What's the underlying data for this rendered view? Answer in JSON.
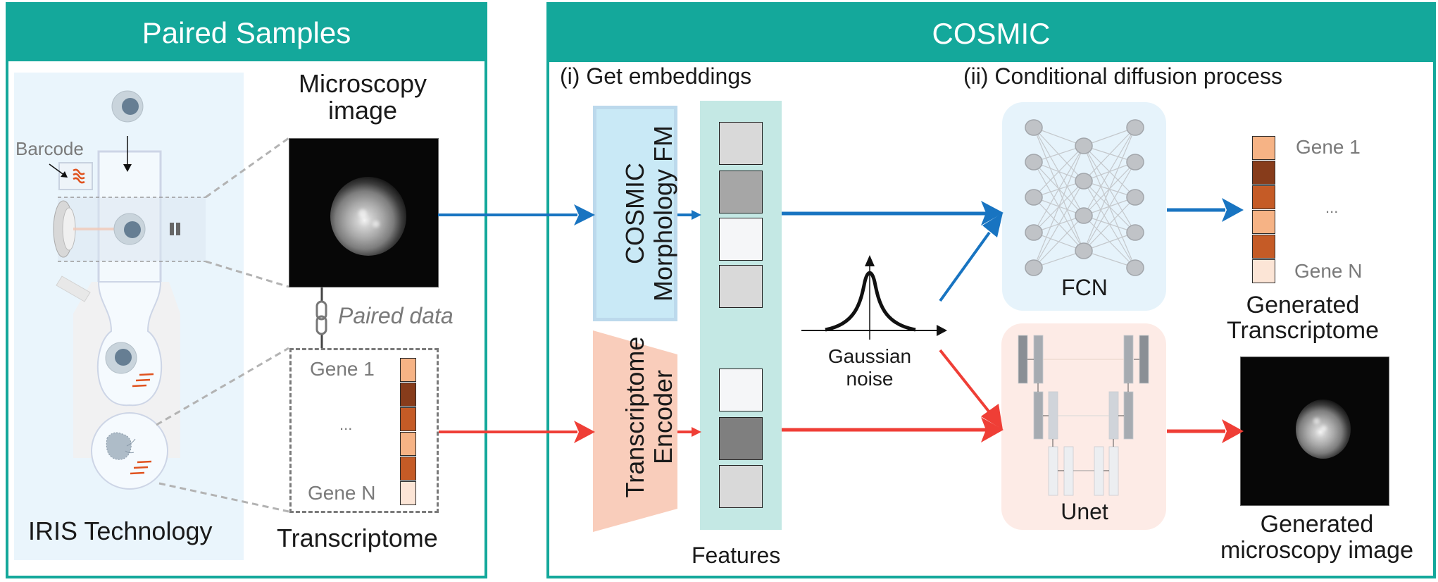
{
  "left_panel": {
    "title": "Paired Samples",
    "iris": {
      "label": "IRIS Technology",
      "barcode_label": "Barcode"
    },
    "microscopy_label_line1": "Microscopy",
    "microscopy_label_line2": "image",
    "paired_label": "Paired data",
    "transcriptome": {
      "label": "Transcriptome",
      "gene_first": "Gene 1",
      "gene_ellipsis": "...",
      "gene_last": "Gene N",
      "cells": [
        "#f6b385",
        "#873c1b",
        "#c55b26",
        "#f6b385",
        "#c55b26",
        "#fce5d6"
      ]
    }
  },
  "cosmic_panel": {
    "title": "COSMIC",
    "step1_label": "(i) Get embeddings",
    "step2_label": "(ii) Conditional diffusion process",
    "morphology_fm_line1": "COSMIC",
    "morphology_fm_line2": "Morphology FM",
    "encoder_line1": "Transcriptome",
    "encoder_line2": "Encoder",
    "features_label": "Features",
    "features_top": [
      "#d9d9d9",
      "#a6a6a6",
      "#f5f6f8",
      "#d9d9d9"
    ],
    "features_bottom": [
      "#f5f6f8",
      "#7f7f7f",
      "#d9d9d9"
    ],
    "noise_label_line1": "Gaussian",
    "noise_label_line2": "noise",
    "fcn_label": "FCN",
    "unet_label": "Unet",
    "output_transcriptome": {
      "gene_first": "Gene 1",
      "gene_ellipsis": "...",
      "gene_last": "Gene N",
      "label_line1": "Generated",
      "label_line2": "Transcriptome",
      "cells": [
        "#f6b385",
        "#873c1b",
        "#c55b26",
        "#f6b385",
        "#c55b26",
        "#fce5d6"
      ]
    },
    "output_image_label_line1": "Generated",
    "output_image_label_line2": "microscopy image"
  },
  "colors": {
    "teal": "#14a89b",
    "blue_flow": "#1874c1",
    "red_flow": "#ef3e36",
    "morphology_bg": "#c9e9f6",
    "encoder_bg": "#f9cdbb",
    "features_bg": "#c4e8e4",
    "fcn_bg": "#e6f3fb",
    "unet_bg": "#fdebe6"
  }
}
